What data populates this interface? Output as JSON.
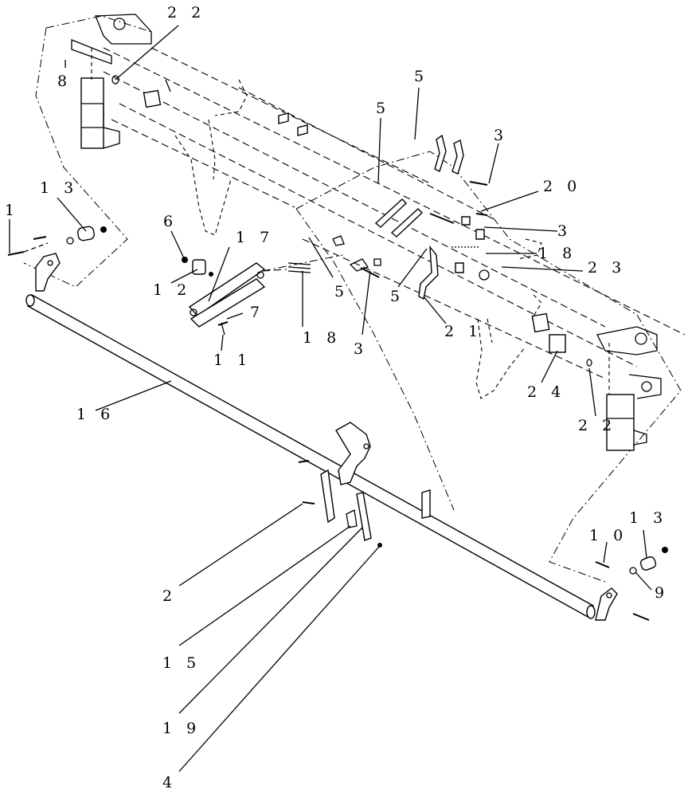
{
  "callouts": [
    {
      "id": "c22a",
      "label": "2 2"
    },
    {
      "id": "c8",
      "label": "8"
    },
    {
      "id": "c5a",
      "label": "5"
    },
    {
      "id": "c5b",
      "label": "5"
    },
    {
      "id": "c3a",
      "label": "3"
    },
    {
      "id": "c20",
      "label": "2 0"
    },
    {
      "id": "c3b",
      "label": "3"
    },
    {
      "id": "c18a",
      "label": "1 8"
    },
    {
      "id": "c23",
      "label": "2 3"
    },
    {
      "id": "c1",
      "label": "1"
    },
    {
      "id": "c13a",
      "label": "1 3"
    },
    {
      "id": "c6",
      "label": "6"
    },
    {
      "id": "c17",
      "label": "1 7"
    },
    {
      "id": "c12",
      "label": "1 2"
    },
    {
      "id": "c5c",
      "label": "5"
    },
    {
      "id": "c5d",
      "label": "5"
    },
    {
      "id": "c7",
      "label": "7"
    },
    {
      "id": "c18b",
      "label": "1 8"
    },
    {
      "id": "c3c",
      "label": "3"
    },
    {
      "id": "c21",
      "label": "2 1"
    },
    {
      "id": "c11",
      "label": "1 1"
    },
    {
      "id": "c24",
      "label": "2 4"
    },
    {
      "id": "c22b",
      "label": "2 2"
    },
    {
      "id": "c16",
      "label": "1 6"
    },
    {
      "id": "c13b",
      "label": "1 3"
    },
    {
      "id": "c10",
      "label": "1 0"
    },
    {
      "id": "c9",
      "label": "9"
    },
    {
      "id": "c2",
      "label": "2"
    },
    {
      "id": "c15",
      "label": "1 5"
    },
    {
      "id": "c19",
      "label": "1 9"
    },
    {
      "id": "c4",
      "label": "4"
    }
  ]
}
